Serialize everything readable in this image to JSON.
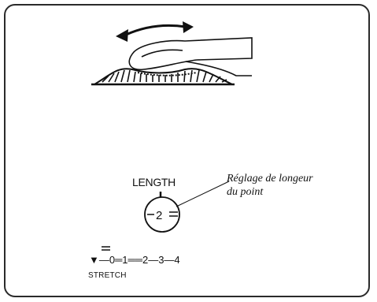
{
  "dial": {
    "title": "LENGTH",
    "value": "2"
  },
  "callout": {
    "line1": "Réglage de longeur",
    "line2": "du point"
  },
  "scale": {
    "text": "▼—0═1══2—3—4",
    "stretch_label": "STRETCH"
  }
}
